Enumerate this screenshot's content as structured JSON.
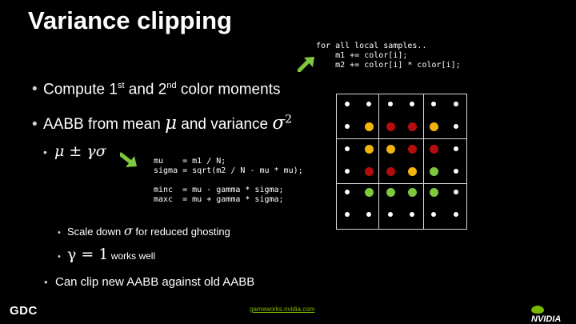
{
  "slide": {
    "title": "Variance clipping",
    "bullets": [
      {
        "a": "Compute 1",
        "sup1": "st",
        "b": " and 2",
        "sup2": "nd",
        "c": " color moments"
      },
      {
        "a": "AABB from mean ",
        "mu": "μ",
        "b": " and variance ",
        "sigma": "σ",
        "sq": "2"
      },
      {
        "math": "μ ± γσ"
      },
      {
        "a": "Scale down ",
        "sigma": "σ",
        "b": " for reduced ghosting"
      },
      {
        "math": "γ = 1",
        "b": " works well"
      },
      {
        "a": "Can clip new AABB against old AABB"
      }
    ],
    "bullet_char": "•",
    "code_top": "for all local samples..\n    m1 += color[i];\n    m2 += color[i] * color[i];",
    "code_mid": "mu    = m1 / N;\nsigma = sqrt(m2 / N - mu * mu);\n\nminc  = mu - gamma * sigma;\nmaxc  = mu + gamma * sigma;",
    "colors": {
      "white": "#ffffff",
      "yellow": "#f2b50b",
      "red": "#b50d0d",
      "green": "#7ec83e",
      "accent": "#7fba00"
    },
    "grid_rows": [
      [
        "white",
        "white",
        "white",
        "white",
        "white",
        "white"
      ],
      [
        "white",
        "yellow",
        "red",
        "red",
        "yellow",
        "white"
      ],
      [
        "white",
        "yellow",
        "yellow",
        "red",
        "red",
        "white"
      ],
      [
        "white",
        "red",
        "red",
        "yellow",
        "green",
        "white"
      ],
      [
        "white",
        "green",
        "green",
        "green",
        "green",
        "white"
      ],
      [
        "white",
        "white",
        "white",
        "white",
        "white",
        "white"
      ]
    ]
  },
  "footer": {
    "logo": "GDC",
    "url": "gameworks.nvidia.com",
    "brand": "NVIDIA"
  }
}
